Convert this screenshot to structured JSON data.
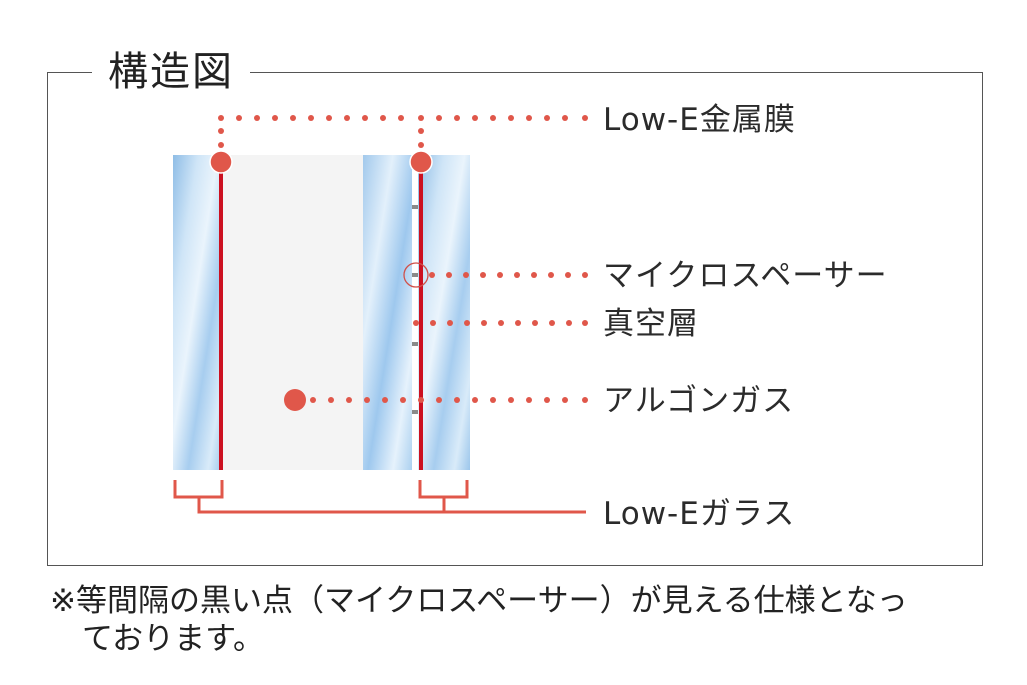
{
  "title": "構造図",
  "labels": {
    "low_e_film": "Low-E金属膜",
    "micro_spacer": "マイクロスペーサー",
    "vacuum_layer": "真空層",
    "argon_gas": "アルゴンガス",
    "low_e_glass": "Low-Eガラス"
  },
  "note": {
    "line1": "※等間隔の黒い点（マイクロスペーサー）が見える仕様となっ",
    "line2": "ております。"
  },
  "colors": {
    "accent_red": "#e0574a",
    "film_red": "#cc1020",
    "glass_blue": "#a9cdec",
    "gap_gray": "#f4f4f4",
    "frame": "#555555",
    "spacer_gray": "#8a8a8a"
  }
}
